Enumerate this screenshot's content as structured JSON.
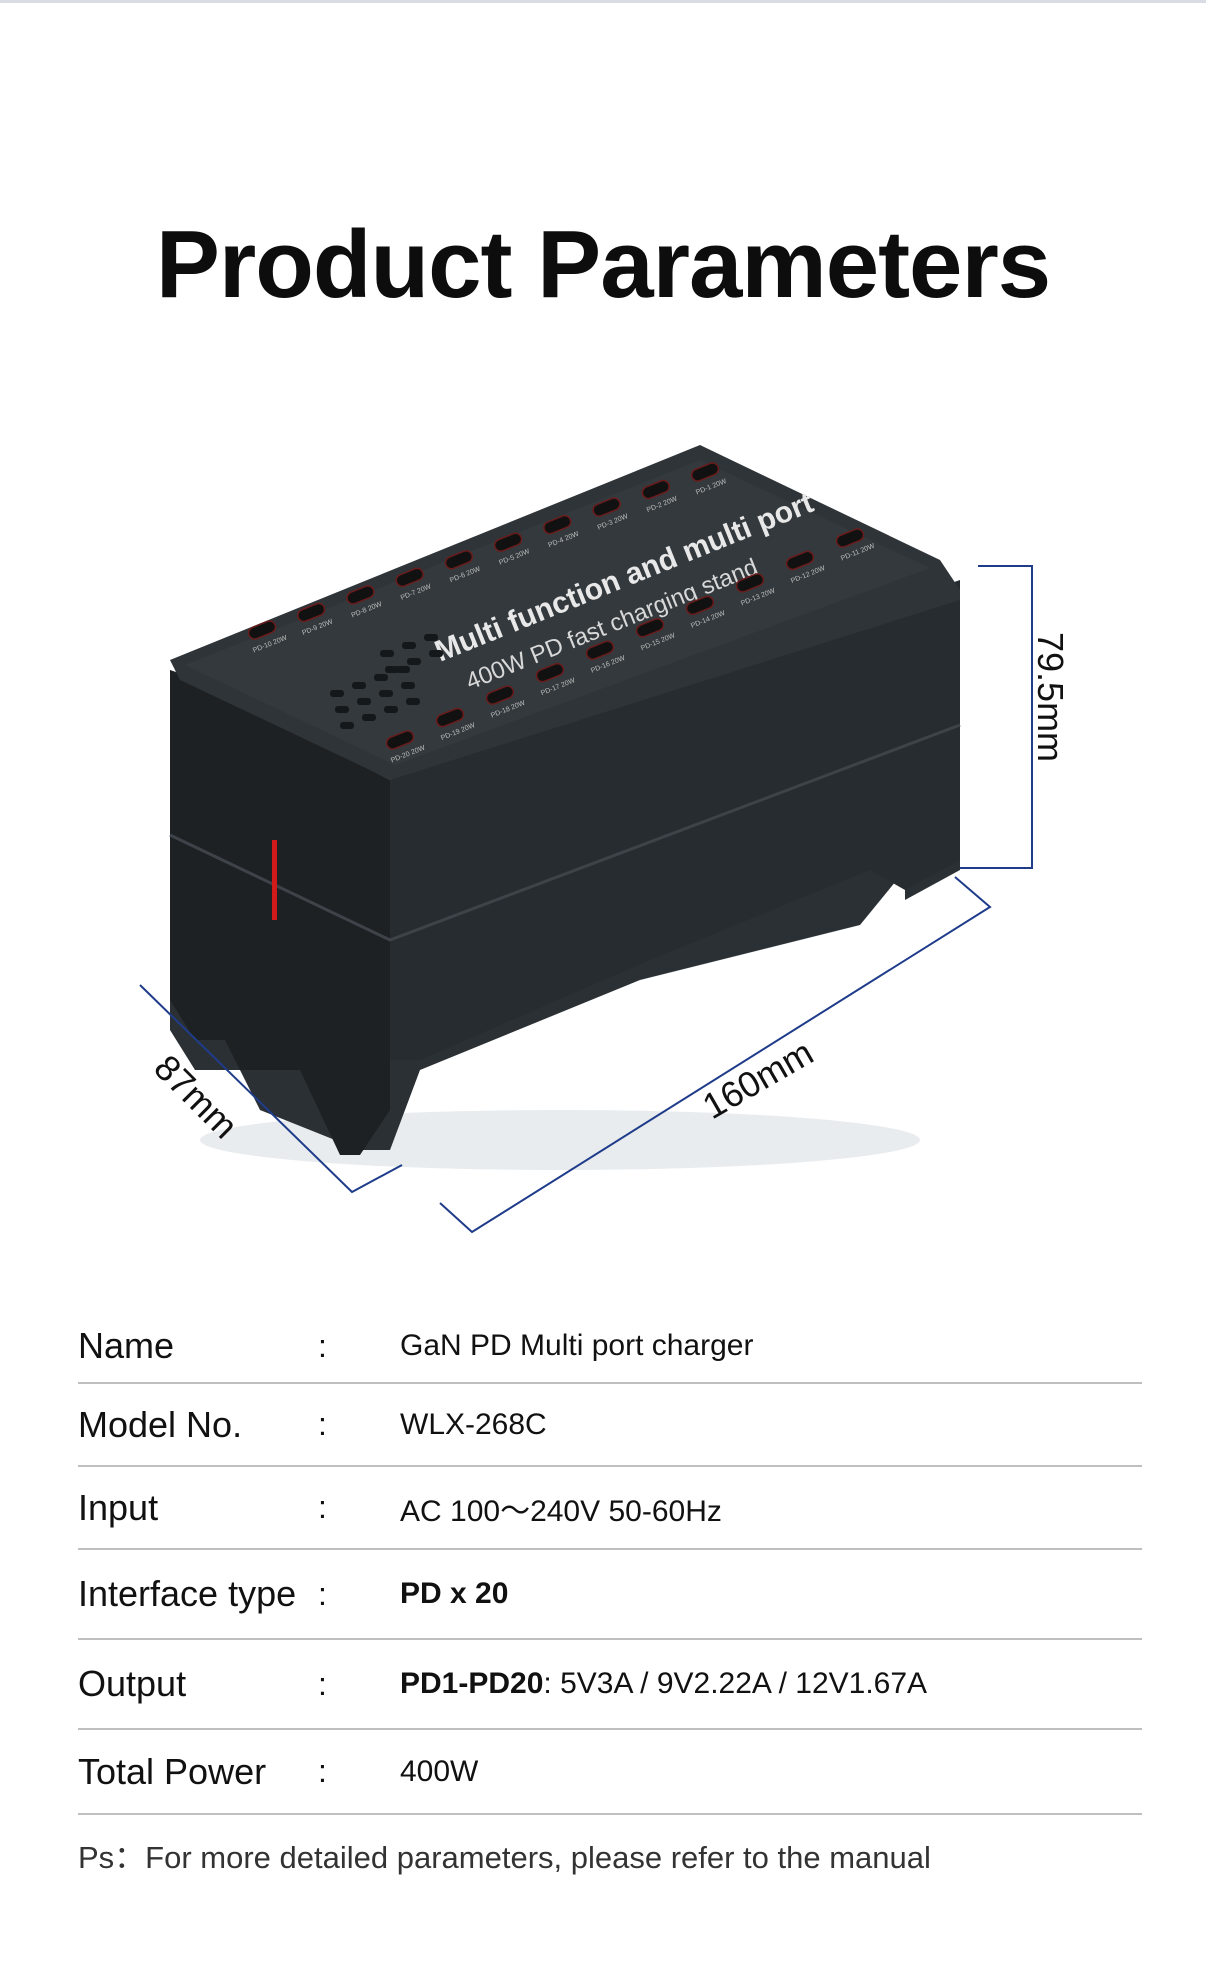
{
  "page": {
    "title": "Product Parameters"
  },
  "product": {
    "top_text_line1": "Multi function and multi port",
    "top_text_line2": "400W PD fast charging stand",
    "port_labels": [
      "PD-1 20W",
      "PD-2 20W",
      "PD-3 20W",
      "PD-4 20W",
      "PD-5 20W",
      "PD-6 20W",
      "PD-7 20W",
      "PD-8 20W",
      "PD-9 20W",
      "PD-10 20W",
      "PD-11 20W",
      "PD-12 20W",
      "PD-13 20W",
      "PD-14 20W",
      "PD-15 20W",
      "PD-16 20W",
      "PD-17 20W",
      "PD-18 20W",
      "PD-19 20W",
      "PD-20 20W"
    ],
    "colors": {
      "body_dark": "#1f2326",
      "body_top": "#2a2f33",
      "dimension_line": "#1f3c8a",
      "indicator": "#d11a1a"
    }
  },
  "dimensions": {
    "height": "79.5mm",
    "length": "160mm",
    "width": "87mm"
  },
  "specs": [
    {
      "label": "Name",
      "colon": ":",
      "value": "GaN PD Multi port charger"
    },
    {
      "label": "Model No.",
      "colon": ":",
      "value": "WLX-268C"
    },
    {
      "label": "Input",
      "colon": ":",
      "value": "AC 100～240V  50-60Hz"
    },
    {
      "label": "Interface type",
      "colon": ":",
      "value_bold": "PD x 20"
    },
    {
      "label": "Output",
      "colon": ":",
      "value_bold": "PD1-PD20",
      "value": ": 5V3A / 9V2.22A / 12V1.67A"
    },
    {
      "label": "Total Power",
      "colon": ":",
      "value": "400W"
    }
  ],
  "note": "Ps：For more detailed parameters, please refer to the manual"
}
